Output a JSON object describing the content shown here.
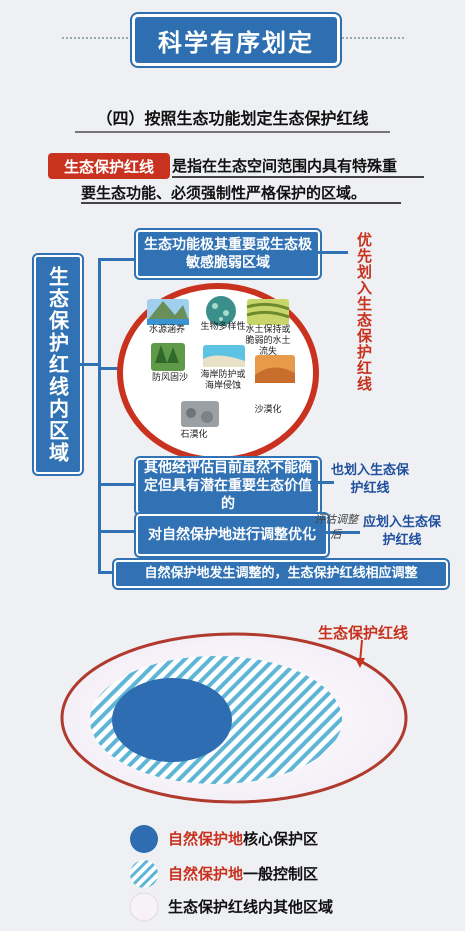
{
  "banner": "科学有序划定",
  "section_title": "（四）按照生态功能划定生态保护红线",
  "definition": {
    "term": "生态保护红线",
    "line1": "是指在生态空间范围内具有特殊重",
    "line2": "要生态功能、必须强制性严格保护的区域。"
  },
  "vertical_label": "生态保护红线内区域",
  "branches": {
    "b1": "生态功能极其重要或生态极敏感脆弱区域",
    "b1_note": "优先划入生态保护红线",
    "b2": "其他经评估目前虽然不能确定但具有潜在重要生态价值的",
    "b2_note": "也划入生态保护红线",
    "b3": "对自然保护地进行调整优化",
    "b3_mid": "评估调整后",
    "b3_note": "应划入生态保护红线",
    "b4": "自然保护地发生调整的，生态保护红线相应调整"
  },
  "pictures": [
    {
      "icon": "mountain-lake-icon",
      "label": "水源涵养"
    },
    {
      "icon": "biodiversity-icon",
      "label": "生物多样性"
    },
    {
      "icon": "terrace-icon",
      "label": "水土保持或脆弱的水土流失"
    },
    {
      "icon": "forest-icon",
      "label": "防风固沙"
    },
    {
      "icon": "coast-icon",
      "label": "海岸防护或海岸侵蚀"
    },
    {
      "icon": "desert-icon",
      "label": "沙漠化"
    },
    {
      "icon": "rock-icon",
      "label": "石漠化"
    }
  ],
  "diagram": {
    "outer_label": "生态保护红线"
  },
  "legend": [
    {
      "key": "自然保护地",
      "rest": "核心保护区"
    },
    {
      "key": "自然保护地",
      "rest": "一般控制区"
    },
    {
      "key": "",
      "rest": "生态保护红线内其他区域"
    }
  ],
  "colors": {
    "blue": "#3172b4",
    "red": "#c8321f",
    "core": "#2e6db1",
    "hatch": "#5eb5d6"
  }
}
